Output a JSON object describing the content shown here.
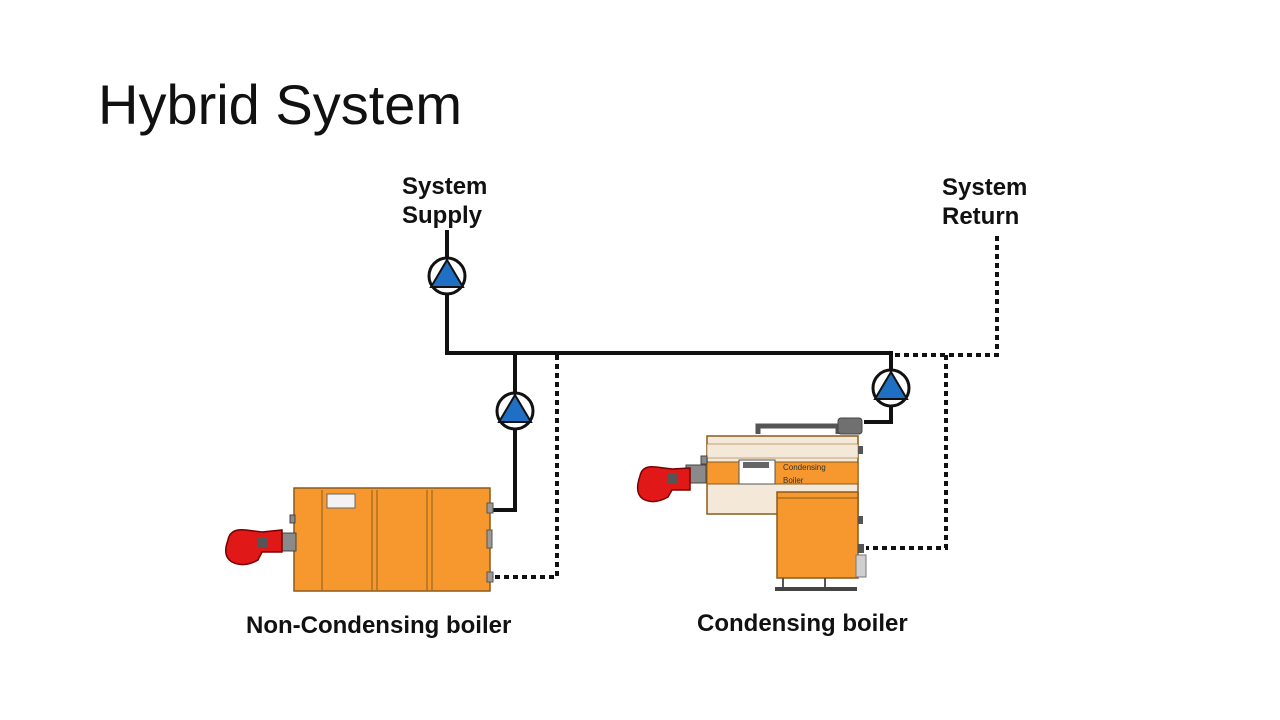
{
  "slide": {
    "title": "Hybrid System"
  },
  "labels": {
    "supply_line1": "System",
    "supply_line2": "Supply",
    "return_line1": "System",
    "return_line2": "Return",
    "noncondensing": "Non-Condensing boiler",
    "condensing": "Condensing boiler",
    "condensing_panel_line1": "Condensing",
    "condensing_panel_line2": "Boiler"
  },
  "colors": {
    "boiler_orange": "#F7982E",
    "boiler_edge": "#8A5A1C",
    "burner_red": "#E01818",
    "pump_blue": "#1F6FC5",
    "pipe": "#111111",
    "cream": "#F4E9D8"
  },
  "legend": {
    "supply_pipe": "solid",
    "return_pipe": "dotted"
  }
}
